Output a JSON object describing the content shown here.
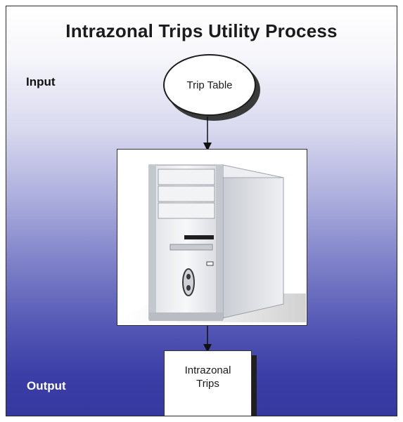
{
  "diagram": {
    "title": "Intrazonal Trips Utility Process",
    "labels": {
      "input": "Input",
      "output": "Output"
    },
    "nodes": {
      "input_node": {
        "shape": "oval",
        "text": "Trip Table"
      },
      "process_node": {
        "shape": "image",
        "icon": "desktop-computer-tower-icon"
      },
      "output_node": {
        "shape": "rectangle",
        "lines": [
          "Intrazonal",
          "Trips"
        ]
      }
    },
    "edges": [
      {
        "from": "input_node",
        "to": "process_node"
      },
      {
        "from": "process_node",
        "to": "output_node"
      }
    ],
    "colors": {
      "background_top": "#ffffff",
      "background_bottom": "#35389f",
      "node_fill": "#ffffff",
      "stroke": "#1c1c1c"
    }
  }
}
